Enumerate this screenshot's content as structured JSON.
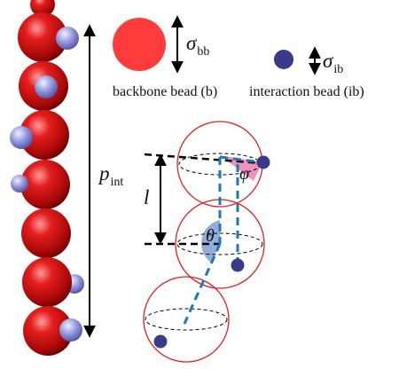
{
  "legend": {
    "backbone": {
      "symbol": "σ",
      "subscript": "bb",
      "label": "backbone bead (b)",
      "color": "#ff3b3b"
    },
    "interaction": {
      "symbol": "σ",
      "subscript": "ib",
      "label": "interaction bead (ib)",
      "color": "#3a3a8a"
    }
  },
  "chain": {
    "pitch_symbol": "p",
    "pitch_subscript": "int",
    "bead_count": 7
  },
  "schematic": {
    "distance_symbol": "l",
    "polar_angle_symbol": "θ",
    "azimuth_angle_symbol": "φ",
    "sphere_outline_color": "#e02020",
    "bond_color": "#1f77b4",
    "theta_fill": "#7f9fd0",
    "phi_fill": "#e97fb0"
  }
}
